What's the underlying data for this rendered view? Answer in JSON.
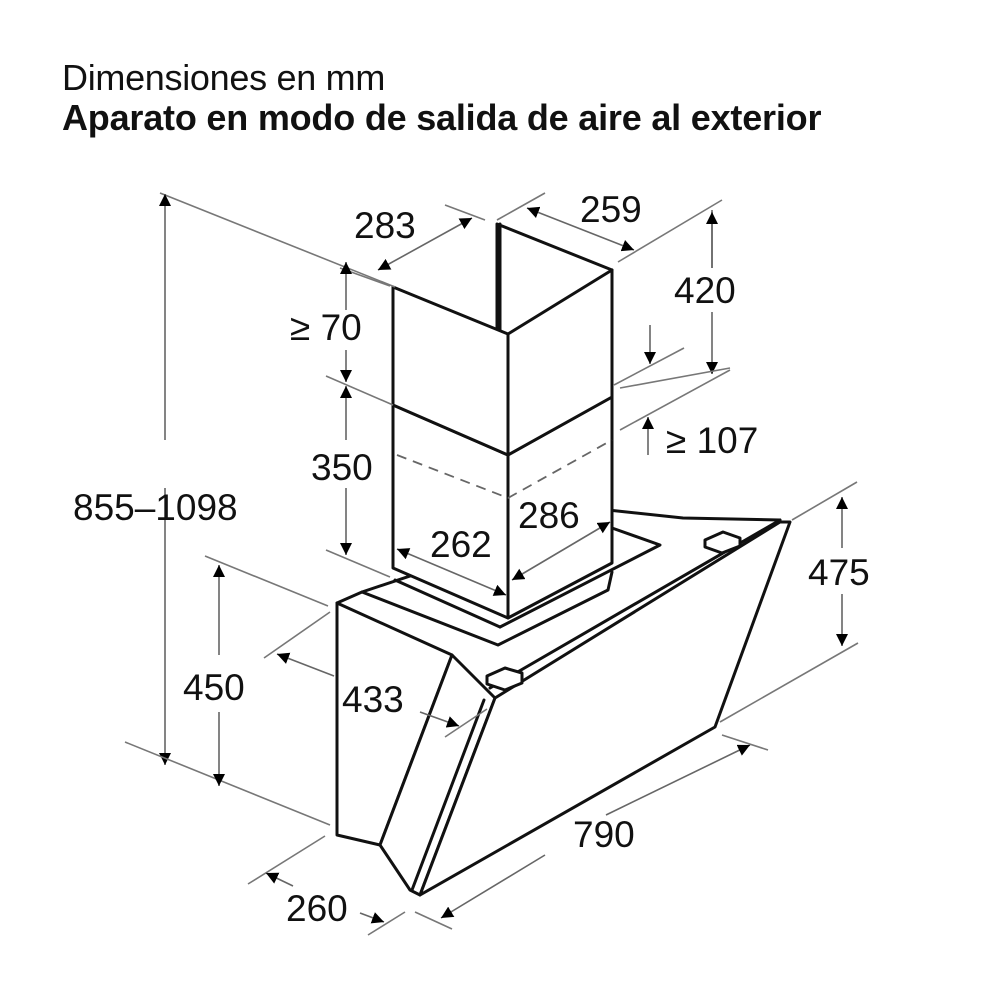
{
  "header": {
    "subtitle": "Dimensiones en mm",
    "title": "Aparato en modo de salida de aire al exterior"
  },
  "dimensions": {
    "chimney_upper_depth": "283",
    "chimney_upper_width": "259",
    "chimney_upper_overlap": "420",
    "gap_top": "≥ 70",
    "chimney_lower_height": "350",
    "gap_min": "≥ 107",
    "total_height": "855–1098",
    "chimney_lower_width": "262",
    "chimney_lower_depth": "286",
    "hood_height_front": "475",
    "hood_height_side": "450",
    "hood_depth_top": "433",
    "hood_width": "790",
    "hood_depth_bottom": "260"
  },
  "colors": {
    "line": "#111111",
    "dimension_line": "#666666",
    "background": "#ffffff"
  }
}
